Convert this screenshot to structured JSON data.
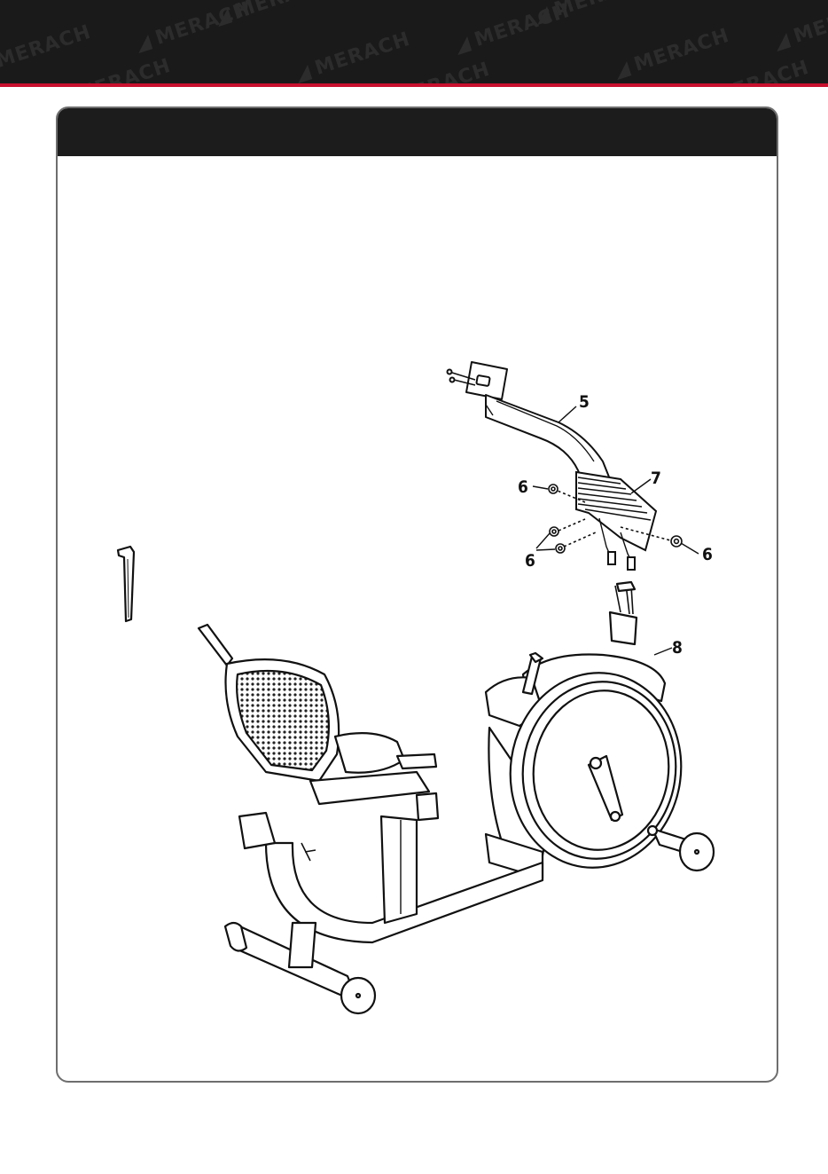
{
  "banner": {
    "brand_text": "MERACH",
    "background_color": "#1a1a1a",
    "accent_color": "#c8102e"
  },
  "panel": {
    "title": "",
    "header_color": "#1c1c1c",
    "border_color": "#6e6e6e"
  },
  "figure": {
    "tool_icon": "allen-key-icon",
    "callouts": {
      "part_5": "5",
      "part_6_left_top": "6",
      "part_6_left_bottom": "6",
      "part_6_right": "6",
      "part_7": "7",
      "part_8": "8"
    }
  }
}
